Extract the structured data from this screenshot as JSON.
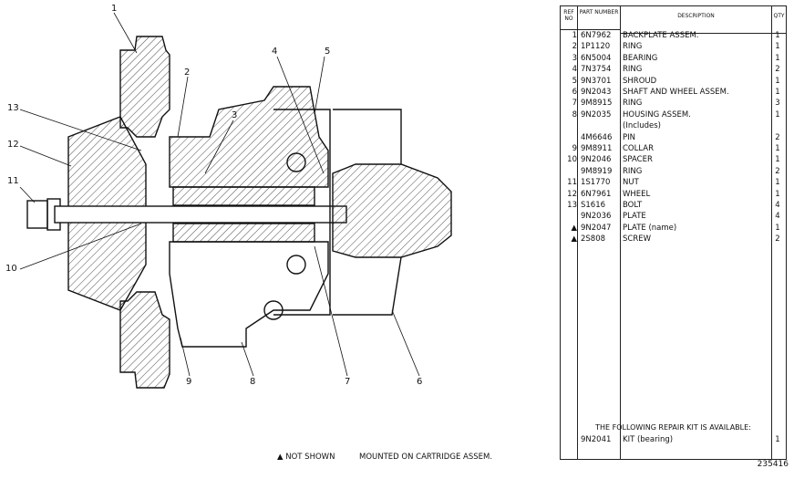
{
  "callouts": [
    "1",
    "2",
    "3",
    "4",
    "5",
    "6",
    "7",
    "8",
    "9",
    "10",
    "11",
    "12",
    "13"
  ],
  "table": {
    "headers": {
      "ref": "REF NO",
      "part": "PART NUMBER",
      "desc": "DESCRIPTION",
      "qty": "QTY"
    },
    "rows": [
      {
        "ref": "1",
        "part": "6N7962",
        "desc": "BACKPLATE ASSEM.",
        "qty": "1"
      },
      {
        "ref": "2",
        "part": "1P1120",
        "desc": "RING",
        "qty": "1"
      },
      {
        "ref": "3",
        "part": "6N5004",
        "desc": "BEARING",
        "qty": "1"
      },
      {
        "ref": "4",
        "part": "7N3754",
        "desc": "RING",
        "qty": "2"
      },
      {
        "ref": "5",
        "part": "9N3701",
        "desc": "SHROUD",
        "qty": "1"
      },
      {
        "ref": "6",
        "part": "9N2043",
        "desc": "SHAFT AND WHEEL ASSEM.",
        "qty": "1"
      },
      {
        "ref": "7",
        "part": "9M8915",
        "desc": "RING",
        "qty": "3"
      },
      {
        "ref": "8",
        "part": "9N2035",
        "desc": "HOUSING ASSEM.",
        "qty": "1"
      },
      {
        "ref": "",
        "part": "",
        "desc": "(Includes)",
        "qty": ""
      },
      {
        "ref": "",
        "part": "4M6646",
        "desc": "PIN",
        "qty": "2"
      },
      {
        "ref": "9",
        "part": "9M8911",
        "desc": "COLLAR",
        "qty": "1"
      },
      {
        "ref": "10",
        "part": "9N2046",
        "desc": "SPACER",
        "qty": "1"
      },
      {
        "ref": "",
        "part": "9M8919",
        "desc": "RING",
        "qty": "2"
      },
      {
        "ref": "11",
        "part": "1S1770",
        "desc": "NUT",
        "qty": "1"
      },
      {
        "ref": "12",
        "part": "6N7961",
        "desc": "WHEEL",
        "qty": "1"
      },
      {
        "ref": "13",
        "part": "S1616",
        "desc": "BOLT",
        "qty": "4"
      },
      {
        "ref": "",
        "part": "9N2036",
        "desc": "PLATE",
        "qty": "4"
      },
      {
        "ref": "▲",
        "part": "9N2047",
        "desc": "PLATE (name)",
        "qty": "1"
      },
      {
        "ref": "▲",
        "part": "2S808",
        "desc": "SCREW",
        "qty": "2"
      }
    ],
    "kit_heading": "THE FOLLOWING REPAIR KIT IS AVAILABLE:",
    "kit": {
      "part": "9N2041",
      "desc": "KIT (bearing)",
      "qty": "1"
    }
  },
  "footnotes": {
    "not_shown": "▲ NOT SHOWN",
    "mounted": "MOUNTED ON CARTRIDGE ASSEM."
  },
  "figure_number": "235416"
}
